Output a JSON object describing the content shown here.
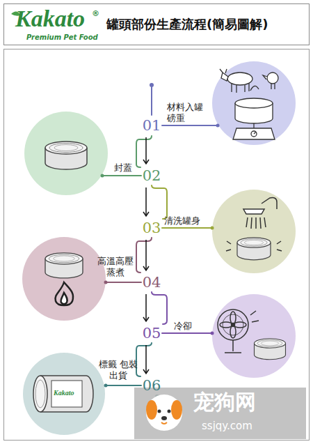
{
  "diagram": {
    "title": "罐頭部份生產流程(簡易圖解)",
    "nodes": [
      {
        "text": [
          "01",
          "材料入罐 磅重"
        ]
      },
      {
        "text": [
          "02",
          "封蓋"
        ]
      },
      {
        "text": [
          "03",
          "清洗罐身"
        ]
      },
      {
        "text": [
          "04",
          "高溫高壓 蒸煮"
        ]
      },
      {
        "text": [
          "05",
          "冷卻"
        ]
      },
      {
        "text": [
          "06",
          "標籤 包裝出貨"
        ]
      }
    ],
    "edges": [
      {
        "from": 0,
        "to": 1,
        "arrow": "to"
      },
      {
        "from": 1,
        "to": 2,
        "arrow": "to"
      },
      {
        "from": 2,
        "to": 3,
        "arrow": "to"
      },
      {
        "from": 3,
        "to": 4,
        "arrow": "to"
      },
      {
        "from": 4,
        "to": 5,
        "arrow": "to"
      }
    ],
    "labels": [
      "Kakato",
      "®",
      "Premium Pet Food",
      "Kakato",
      "宠狗网",
      "ssjqy.com"
    ]
  }
}
